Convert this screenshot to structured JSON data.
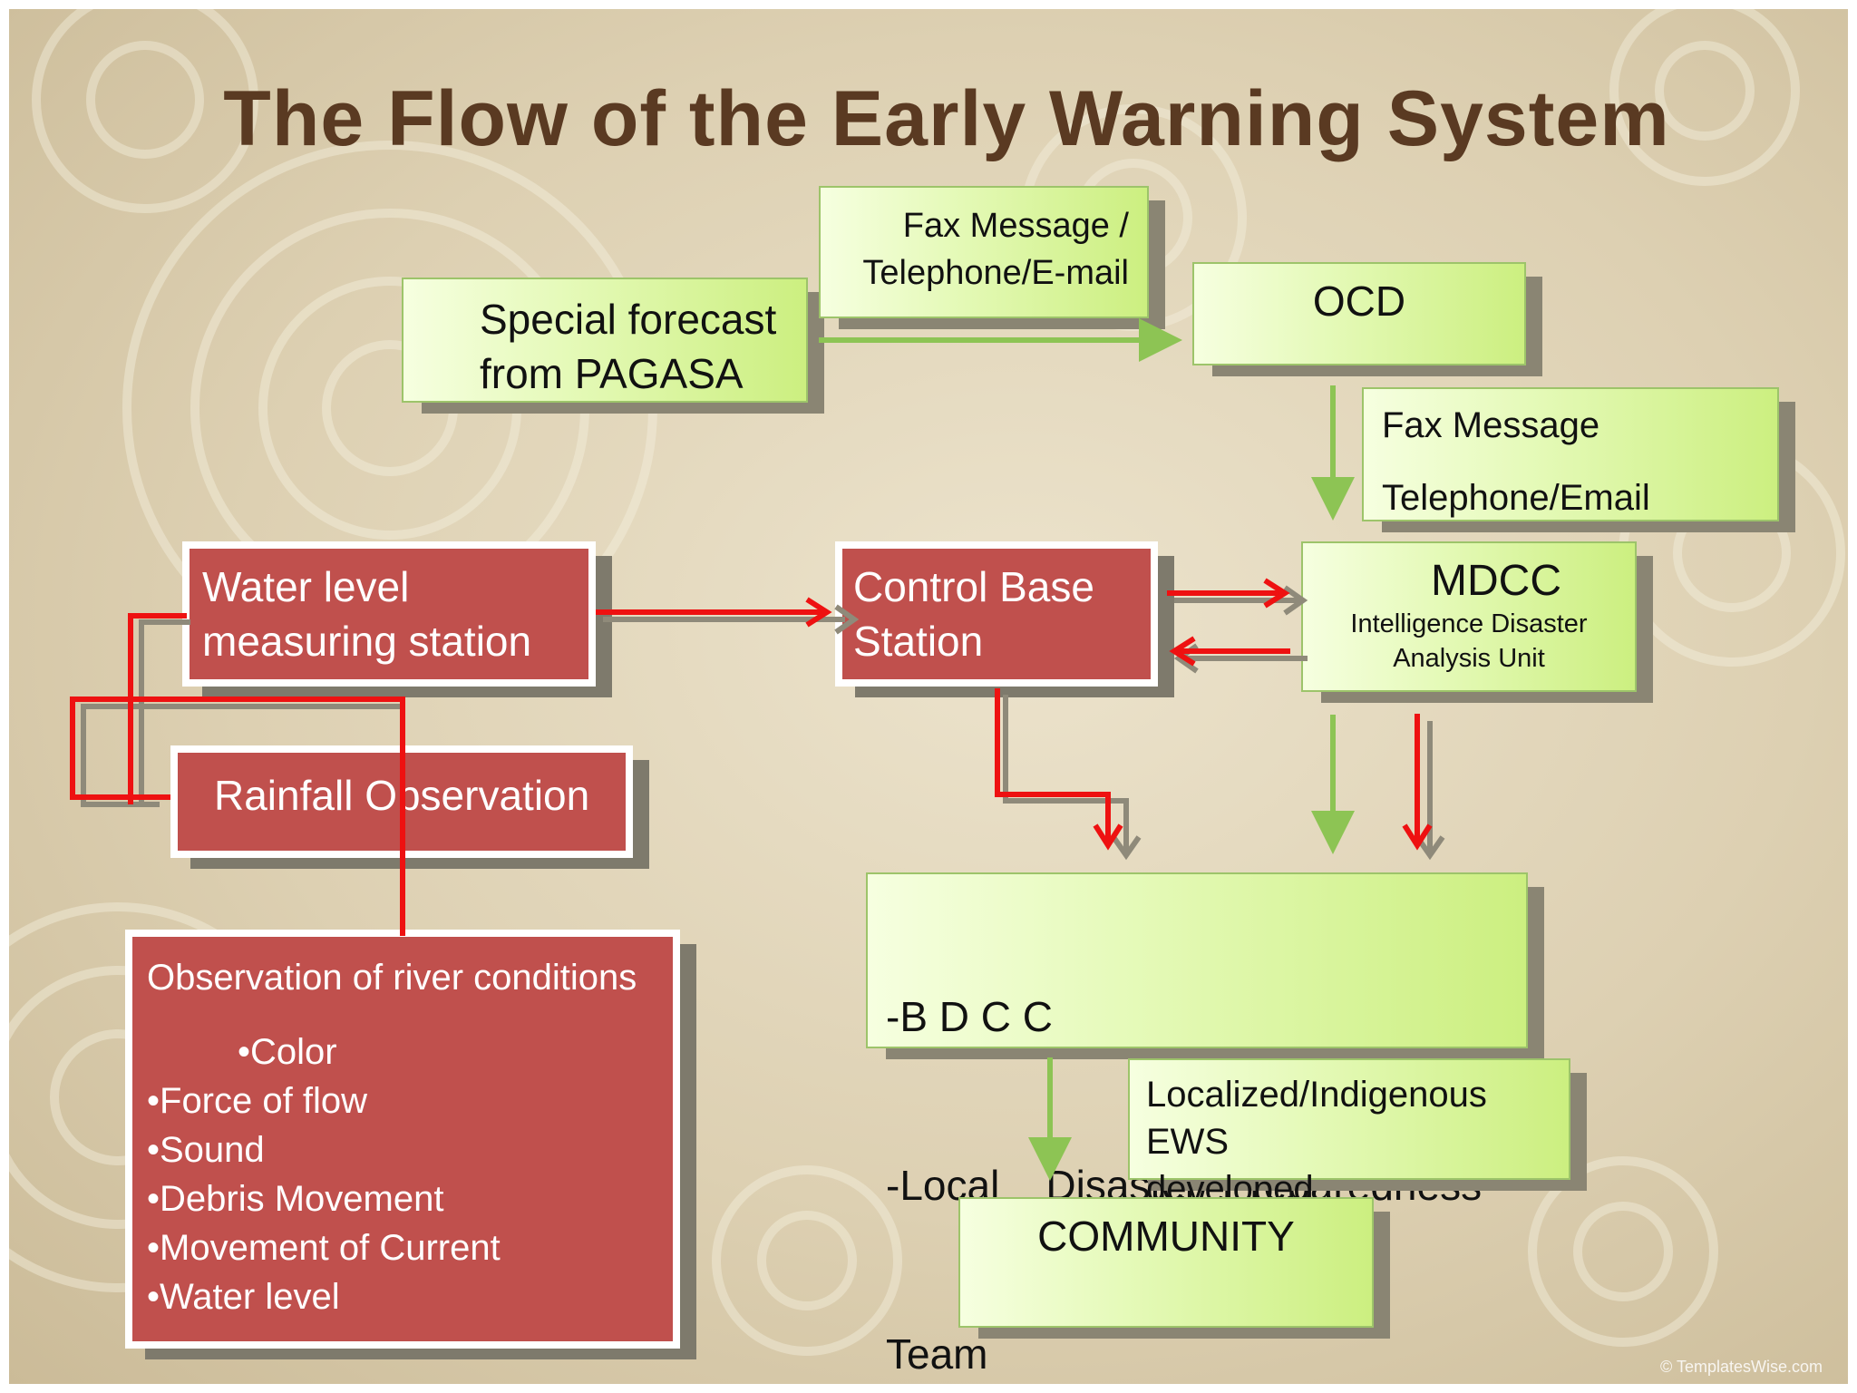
{
  "title": "The Flow of the Early Warning System",
  "nodes": {
    "pagasa": [
      "Special forecast",
      "from PAGASA"
    ],
    "fax1": [
      "Fax Message /",
      "Telephone/E-mail"
    ],
    "ocd": "OCD",
    "fax2": [
      "Fax Message",
      "Telephone/Email"
    ],
    "mdcc": {
      "title": "MDCC",
      "sub": [
        "Intelligence Disaster",
        "Analysis Unit"
      ]
    },
    "water": [
      "Water  level",
      "measuring station"
    ],
    "control": [
      "Control Base",
      "Station"
    ],
    "rainfall": "Rainfall Observation",
    "river": {
      "heading": "Observation of river conditions",
      "items": [
        "•Color",
        "•Force of flow",
        "•Sound",
        "•Debris Movement",
        "•Movement of Current",
        "•Water level"
      ]
    },
    "bdcc": [
      "-B D C C",
      "-Local    Disaster/ Preparedness",
      "Team"
    ],
    "localized": [
      "Localized/Indigenous EWS",
      "developed"
    ],
    "community": "COMMUNITY"
  },
  "colors": {
    "title": "#5a3a22",
    "red_box": "#c0504d",
    "green_box": "#d8f59c",
    "red_arrow": "#ee1111",
    "green_arrow": "#8dc454"
  },
  "watermark": "© TemplatesWise.com"
}
